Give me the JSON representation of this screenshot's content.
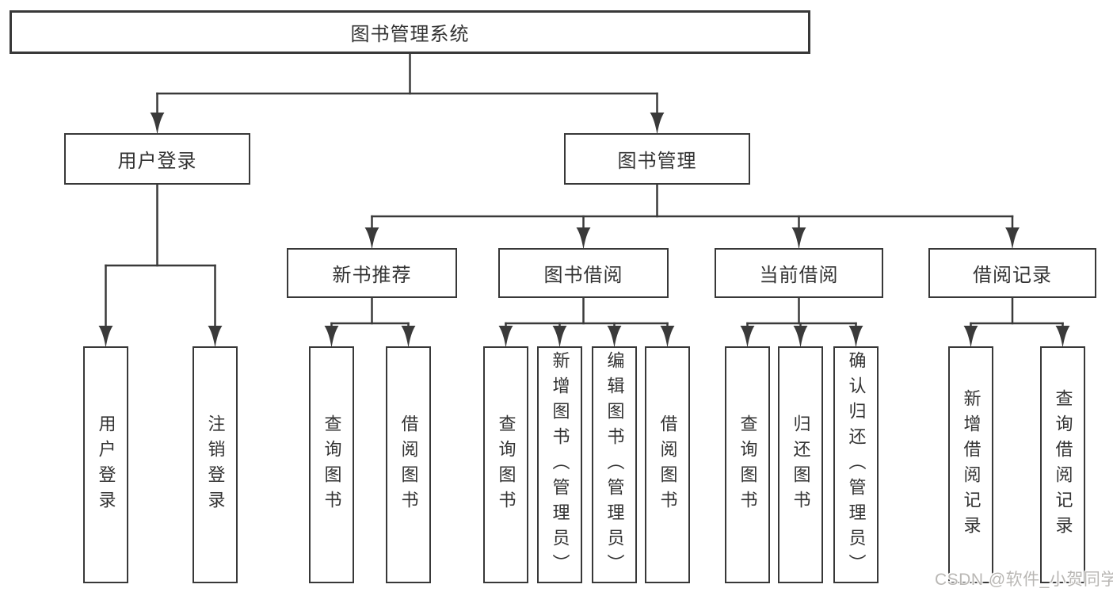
{
  "diagram": {
    "root": {
      "label": "图书管理系统"
    },
    "branches": [
      {
        "label": "用户登录",
        "children": [
          {
            "label": "用户登录"
          },
          {
            "label": "注销登录"
          }
        ]
      },
      {
        "label": "图书管理",
        "children": [
          {
            "label": "新书推荐",
            "children": [
              {
                "label": "查询图书"
              },
              {
                "label": "借阅图书"
              }
            ]
          },
          {
            "label": "图书借阅",
            "children": [
              {
                "label": "查询图书"
              },
              {
                "label": "新增图书（管理员）"
              },
              {
                "label": "编辑图书（管理员）"
              },
              {
                "label": "借阅图书"
              }
            ]
          },
          {
            "label": "当前借阅",
            "children": [
              {
                "label": "查询图书"
              },
              {
                "label": "归还图书"
              },
              {
                "label": "确认归还（管理员）"
              }
            ]
          },
          {
            "label": "借阅记录",
            "children": [
              {
                "label": "新增借阅记录"
              },
              {
                "label": "查询借阅记录"
              }
            ]
          }
        ]
      }
    ]
  },
  "watermark": {
    "text": "CSDN @软件_小贺同学"
  },
  "colors": {
    "line": "#3a3a3a",
    "border": "#383838",
    "text": "#333333",
    "watermark": "#b9b7b4",
    "background": "#ffffff"
  }
}
